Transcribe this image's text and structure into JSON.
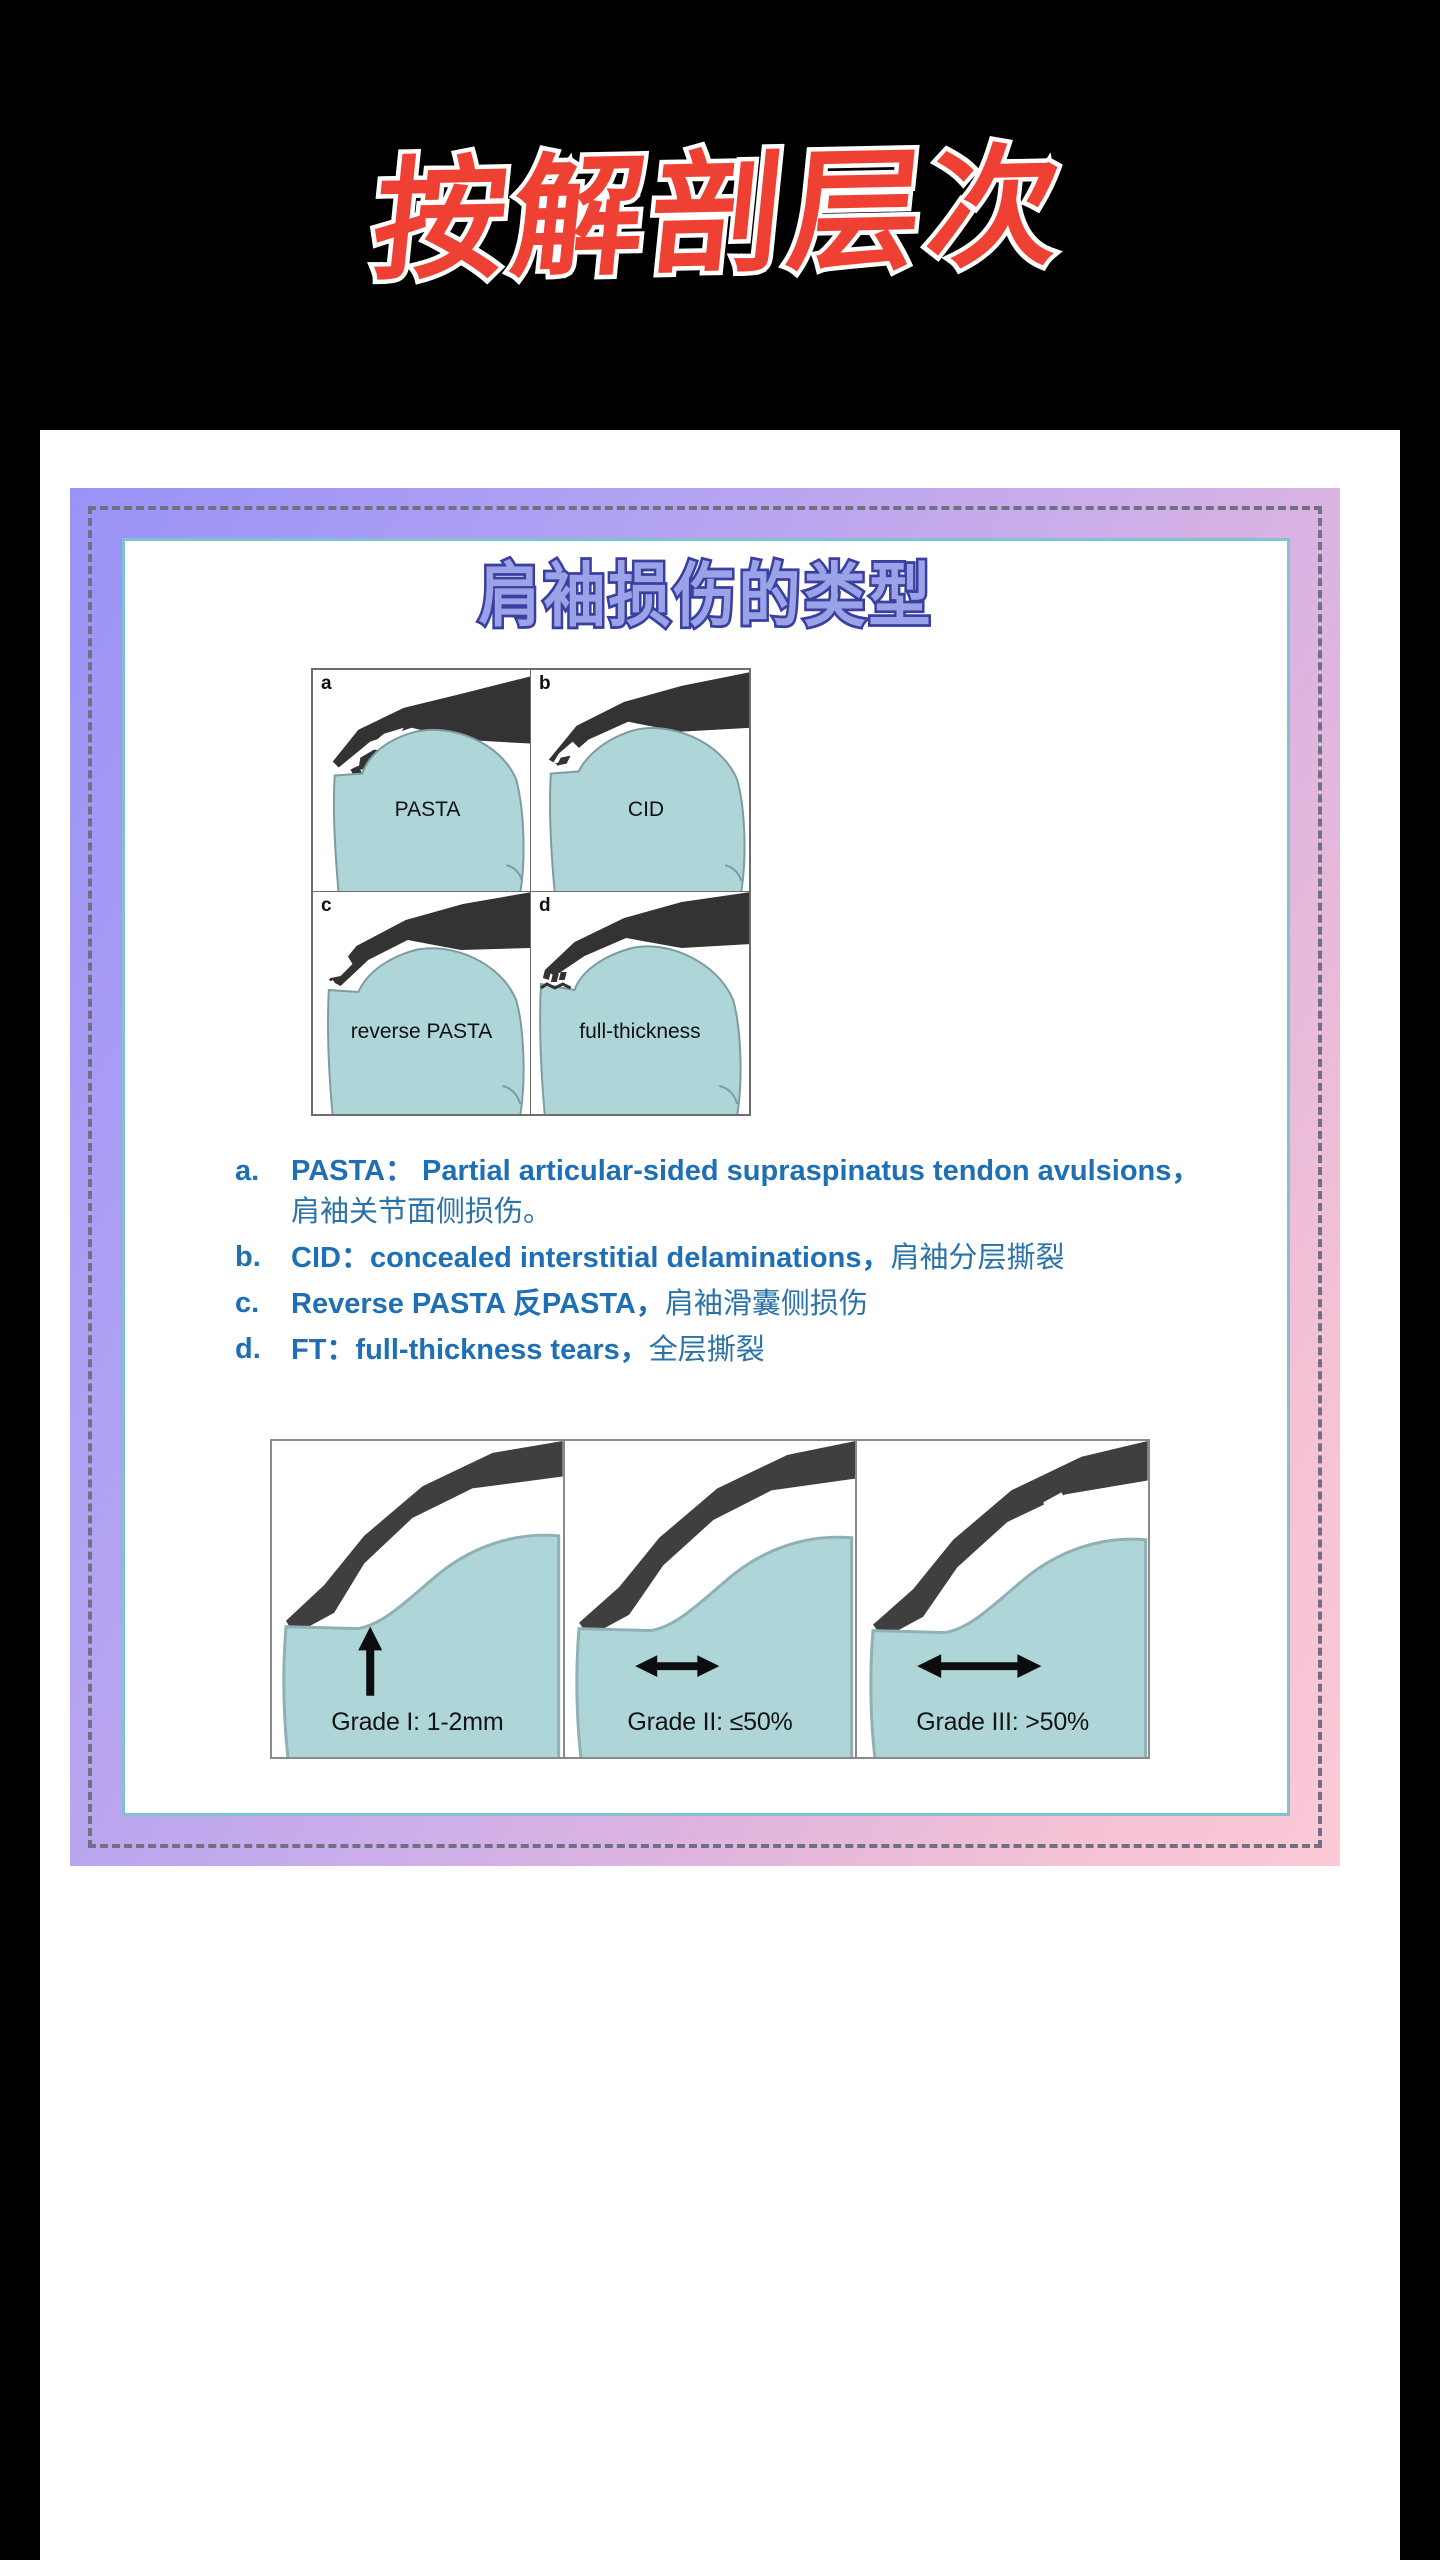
{
  "hero": {
    "title": "按解剖层次"
  },
  "card": {
    "heading": "肩袖损伤的类型"
  },
  "figure_panels": [
    {
      "letter": "a",
      "label": "PASTA"
    },
    {
      "letter": "b",
      "label": "CID"
    },
    {
      "letter": "c",
      "label": "reverse PASTA"
    },
    {
      "letter": "d",
      "label": "full-thickness"
    }
  ],
  "legend": [
    {
      "marker": "a.",
      "en": "PASTA： Partial articular-sided supraspinatus tendon avulsions，",
      "cn": "肩袖关节面侧损伤。"
    },
    {
      "marker": "b.",
      "en": "CID：concealed interstitial delaminations，",
      "cn": "肩袖分层撕裂"
    },
    {
      "marker": "c.",
      "en": "Reverse PASTA  反PASTA，",
      "cn": "肩袖滑囊侧损伤"
    },
    {
      "marker": "d.",
      "en": "FT：full-thickness tears，",
      "cn": "全层撕裂"
    }
  ],
  "grades": [
    {
      "caption": "Grade I: 1-2mm",
      "arrow": "up-arrow-icon"
    },
    {
      "caption": "Grade II: ≤50%",
      "arrow": "double-arrow-short-icon"
    },
    {
      "caption": "Grade III: >50%",
      "arrow": "double-arrow-long-icon"
    }
  ],
  "colors": {
    "background": "#000000",
    "page": "#ffffff",
    "frame_start": "#9a93f7",
    "frame_end": "#fcc9d6",
    "frame_dash": "#6f7081",
    "card_border": "#7ec3d4",
    "heading_fill": "#9aa3e8",
    "heading_stroke": "#3b3f9e",
    "hero_fill": "#ef4034",
    "hero_stroke": "#ffffff",
    "legend_text": "#1f6fb5",
    "bone_fill": "#aed5d8",
    "bone_stroke": "#7d9ba0",
    "tendon": "#333333",
    "panel_border": "#6d6d6d"
  }
}
